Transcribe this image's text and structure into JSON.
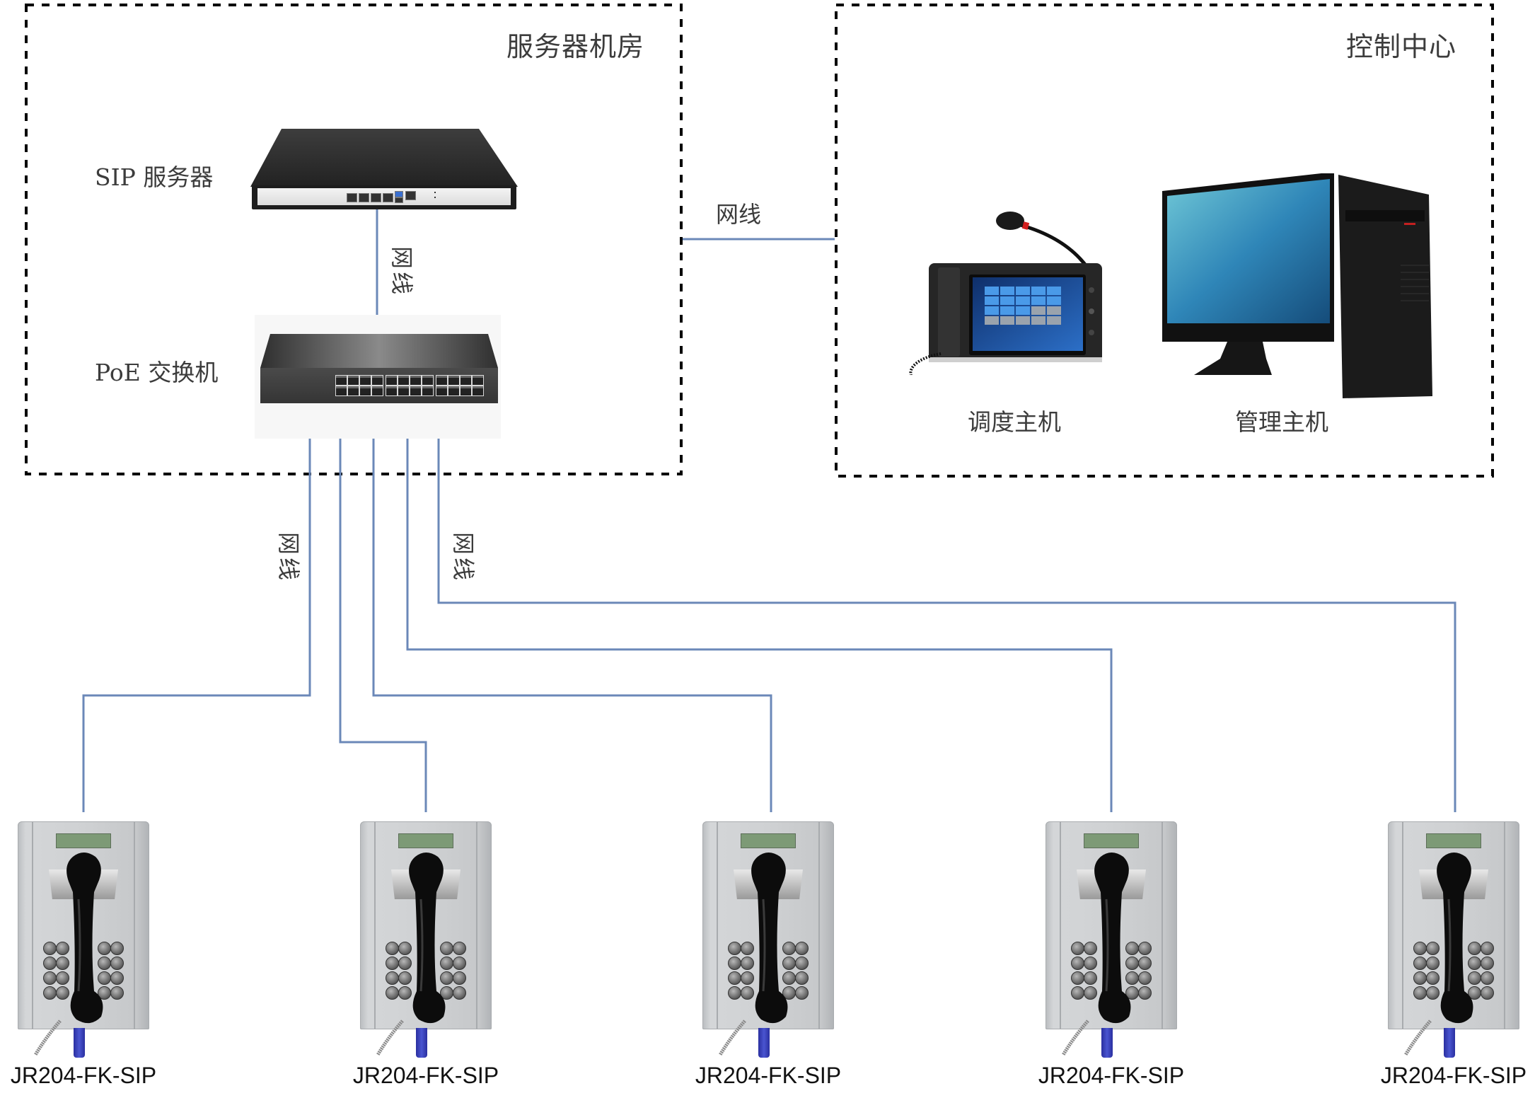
{
  "diagram": {
    "title": "SIP 电话网络拓扑",
    "line_color": "#6b88b8",
    "zones": [
      {
        "id": "server-room",
        "title": "服务器机房"
      },
      {
        "id": "control-center",
        "title": "控制中心"
      }
    ],
    "devices": {
      "sip_server": {
        "label": "SIP 服务器"
      },
      "poe_switch": {
        "label": "PoE 交换机"
      },
      "dispatch_console": {
        "label": "调度主机"
      },
      "management_host": {
        "label": "管理主机"
      }
    },
    "cable_labels": {
      "server_to_switch": "网线",
      "zone_link": "网线",
      "switch_to_phones_left": "网线",
      "switch_to_phones_right": "网线"
    },
    "phones": [
      {
        "model": "JR204-FK-SIP"
      },
      {
        "model": "JR204-FK-SIP"
      },
      {
        "model": "JR204-FK-SIP"
      },
      {
        "model": "JR204-FK-SIP"
      },
      {
        "model": "JR204-FK-SIP"
      }
    ],
    "connections": [
      {
        "from": "SIP 服务器",
        "to": "PoE 交换机",
        "medium": "网线"
      },
      {
        "from": "服务器机房",
        "to": "控制中心",
        "medium": "网线"
      },
      {
        "from": "PoE 交换机",
        "to": "JR204-FK-SIP #1",
        "medium": "网线"
      },
      {
        "from": "PoE 交换机",
        "to": "JR204-FK-SIP #2",
        "medium": "网线"
      },
      {
        "from": "PoE 交换机",
        "to": "JR204-FK-SIP #3",
        "medium": "网线"
      },
      {
        "from": "PoE 交换机",
        "to": "JR204-FK-SIP #4",
        "medium": "网线"
      },
      {
        "from": "PoE 交换机",
        "to": "JR204-FK-SIP #5",
        "medium": "网线"
      }
    ]
  }
}
